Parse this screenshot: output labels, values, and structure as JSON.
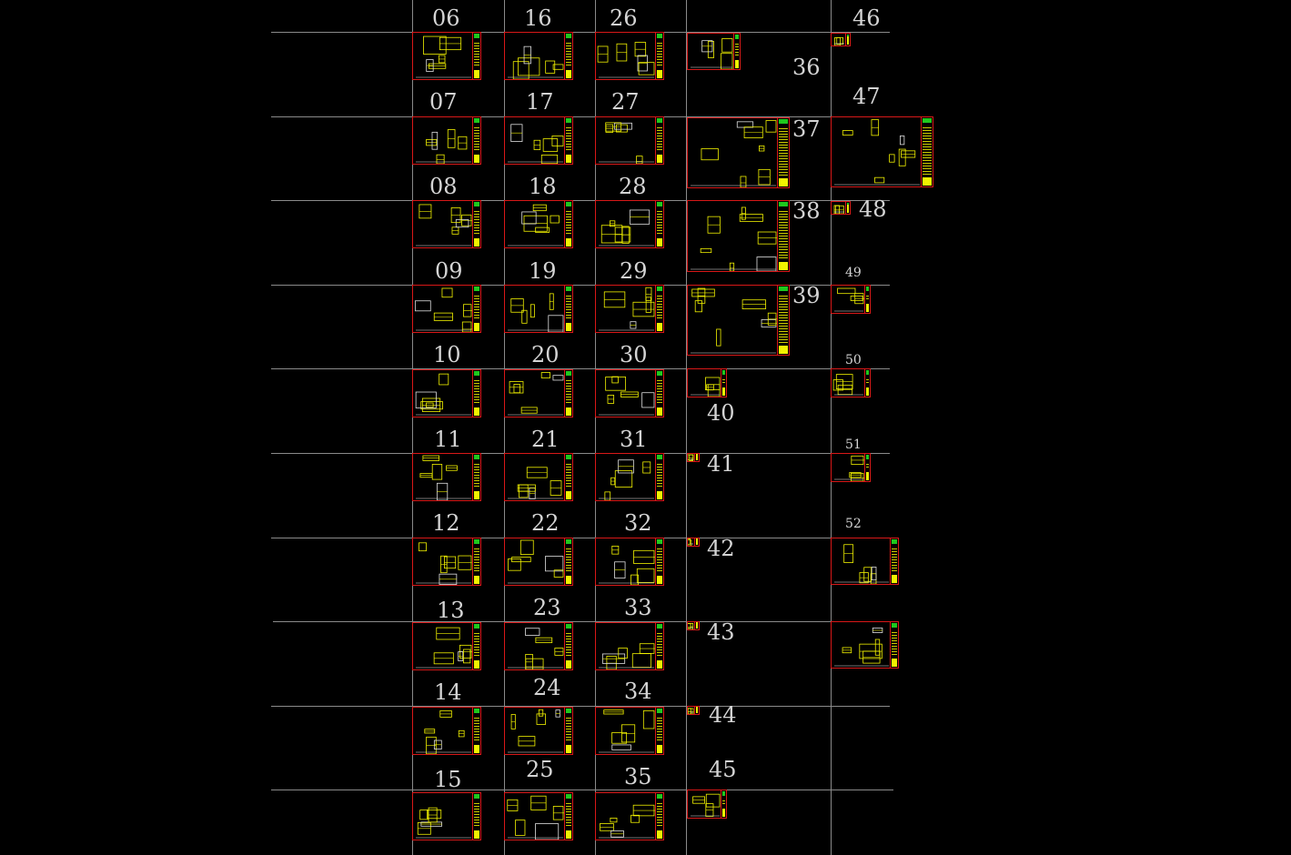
{
  "canvas": {
    "background": "#000000",
    "grid_color": "#8a8a8a",
    "sheet_border_color": "#d81818",
    "drawing_color": "#f2f200",
    "titleblock_accent_color": "#1ec81e",
    "label_color": "#d4d4d4"
  },
  "columns": [
    {
      "id": "col-a",
      "sheets": [
        {
          "label": "06"
        },
        {
          "label": "07"
        },
        {
          "label": "08"
        },
        {
          "label": "09"
        },
        {
          "label": "10"
        },
        {
          "label": "11"
        },
        {
          "label": "12"
        },
        {
          "label": "13"
        },
        {
          "label": "14"
        },
        {
          "label": "15"
        }
      ]
    },
    {
      "id": "col-b",
      "sheets": [
        {
          "label": "16"
        },
        {
          "label": "17"
        },
        {
          "label": "18"
        },
        {
          "label": "19"
        },
        {
          "label": "20"
        },
        {
          "label": "21"
        },
        {
          "label": "22"
        },
        {
          "label": "23"
        },
        {
          "label": "24"
        },
        {
          "label": "25"
        }
      ]
    },
    {
      "id": "col-c",
      "sheets": [
        {
          "label": "26"
        },
        {
          "label": "27"
        },
        {
          "label": "28"
        },
        {
          "label": "29"
        },
        {
          "label": "30"
        },
        {
          "label": "31"
        },
        {
          "label": "32"
        },
        {
          "label": "33"
        },
        {
          "label": "34"
        },
        {
          "label": "35"
        }
      ]
    },
    {
      "id": "col-d",
      "sheets": [
        {
          "label": "36"
        },
        {
          "label": "37"
        },
        {
          "label": "38"
        },
        {
          "label": "39"
        },
        {
          "label": "40"
        },
        {
          "label": "41"
        },
        {
          "label": "42"
        },
        {
          "label": "43"
        },
        {
          "label": "44"
        },
        {
          "label": "45"
        }
      ]
    },
    {
      "id": "col-e",
      "sheets": [
        {
          "label": "46"
        },
        {
          "label": "47"
        },
        {
          "label": "48"
        },
        {
          "label": "49"
        },
        {
          "label": "50"
        },
        {
          "label": "51"
        },
        {
          "label": "52"
        },
        {
          "label": ""
        }
      ]
    }
  ]
}
